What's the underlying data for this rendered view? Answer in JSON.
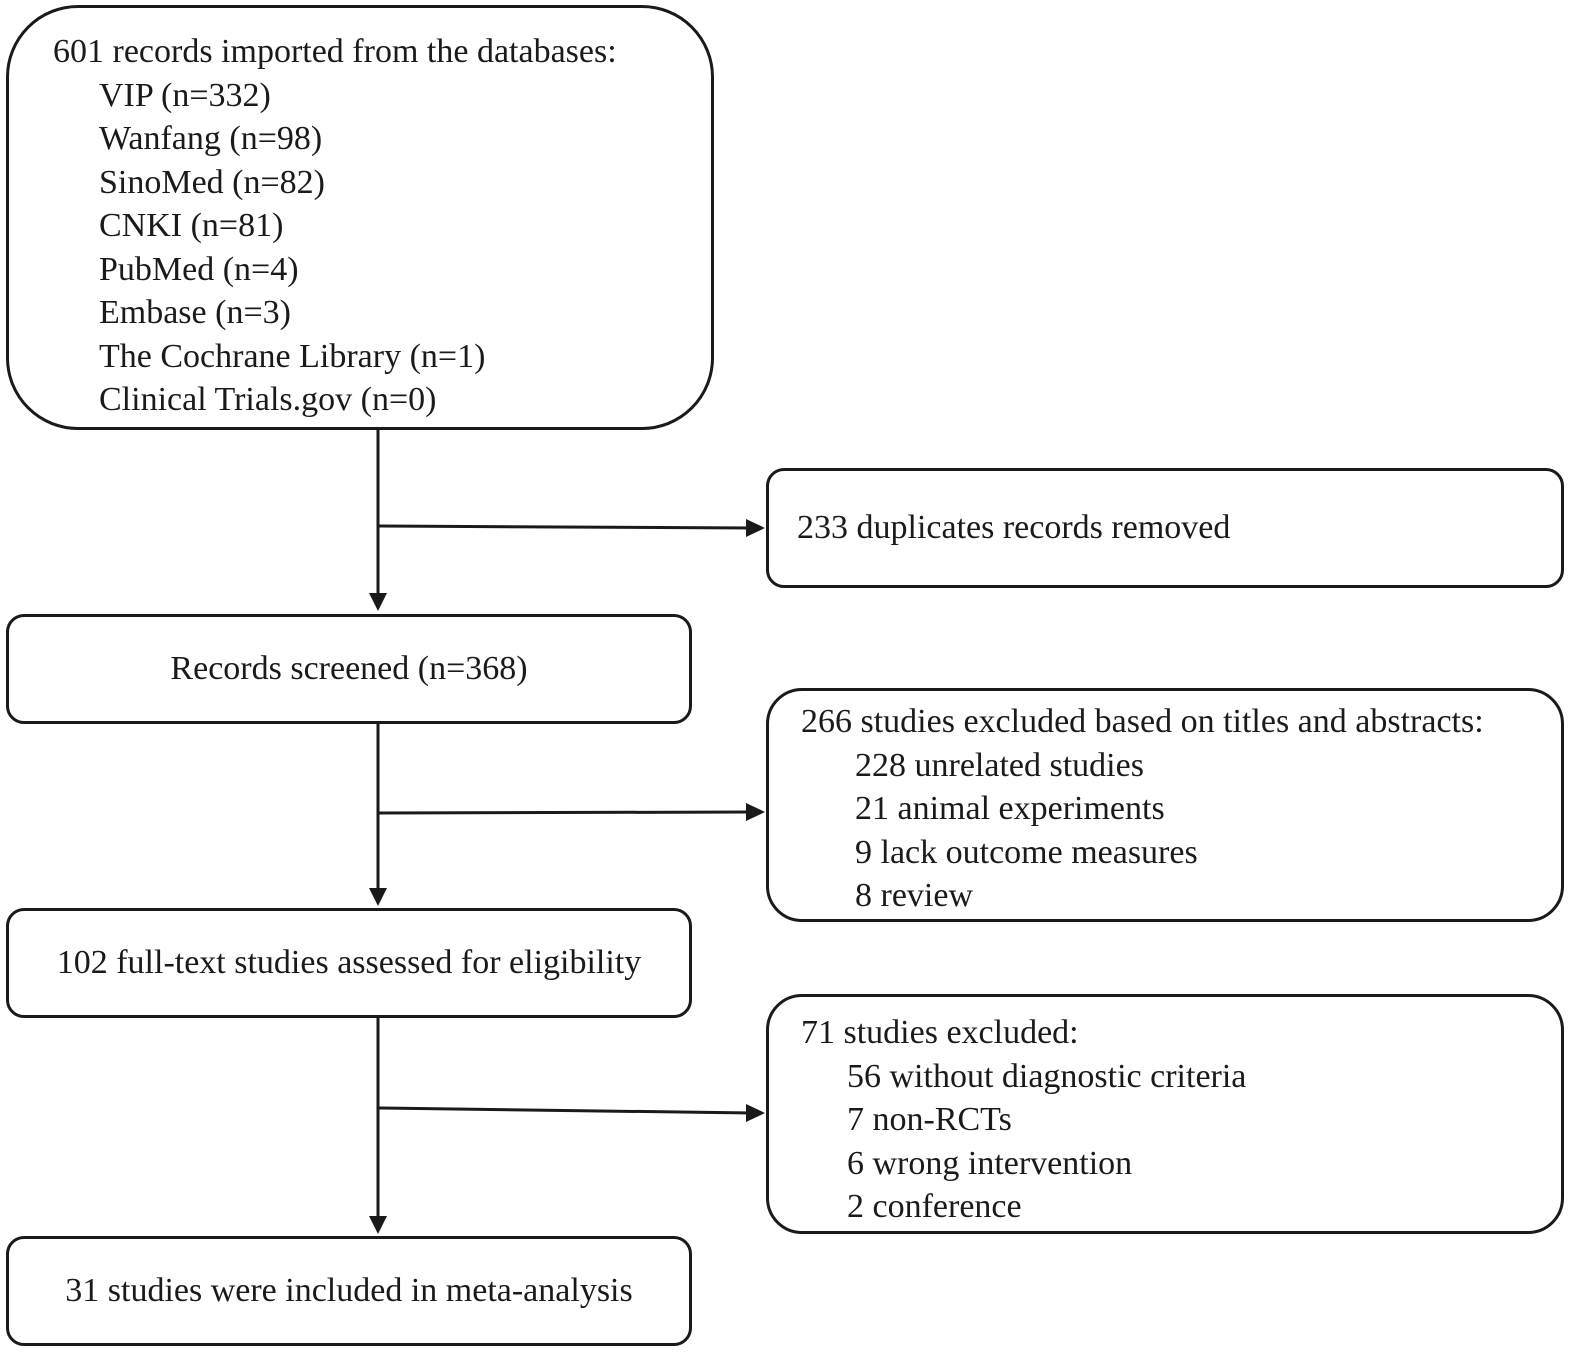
{
  "import_box": {
    "heading": "601 records imported from the databases:",
    "sources": [
      "VIP (n=332)",
      "Wanfang (n=98)",
      "SinoMed (n=82)",
      "CNKI (n=81)",
      "PubMed (n=4)",
      "Embase (n=3)",
      "The Cochrane Library (n=1)",
      "Clinical Trials.gov (n=0)"
    ]
  },
  "duplicates_box": {
    "text": "233 duplicates records removed"
  },
  "screened_box": {
    "text": "Records screened (n=368)"
  },
  "title_abstract_exclusion_box": {
    "heading": "266 studies excluded based on titles and abstracts:",
    "reasons": [
      "228 unrelated studies",
      "21 animal experiments",
      "9 lack outcome measures",
      "8 review"
    ]
  },
  "fulltext_box": {
    "text": "102 full-text studies assessed for eligibility"
  },
  "fulltext_exclusion_box": {
    "heading": "71 studies excluded:",
    "reasons": [
      "56 without diagnostic criteria",
      "7 non-RCTs",
      "6 wrong intervention",
      "2 conference"
    ]
  },
  "included_box": {
    "text": "31 studies were included in meta-analysis"
  },
  "colors": {
    "stroke": "#1a1a1a",
    "background": "#ffffff"
  }
}
